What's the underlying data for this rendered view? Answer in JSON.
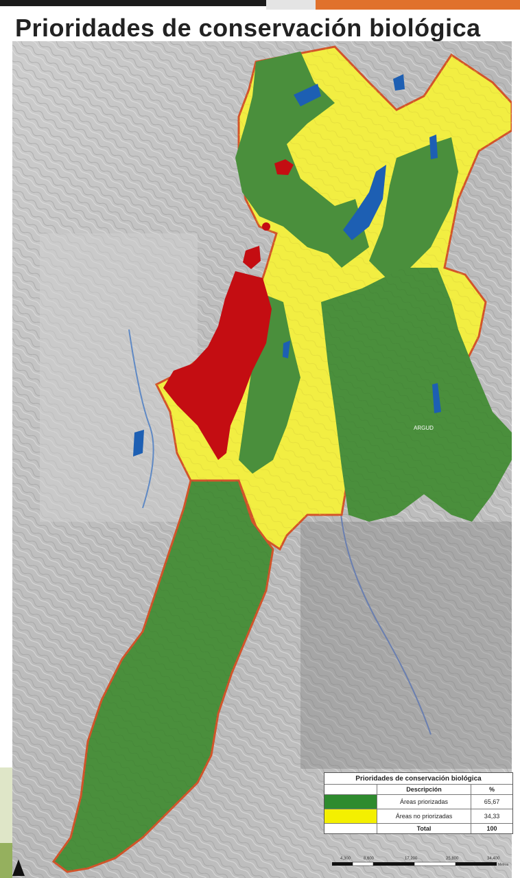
{
  "title": "Prioridades de conservación biológica",
  "colors": {
    "prioritized": "#4a8f3c",
    "not_prioritized": "#f2ee42",
    "urban_or_excluded": "#c40d12",
    "water": "#1d5fb3",
    "boundary": "#d2542a",
    "relief": "#bcbcbc"
  },
  "map_layers": [
    {
      "name": "Áreas priorizadas",
      "color": "#4a8f3c"
    },
    {
      "name": "Áreas no priorizadas",
      "color": "#f2ee42"
    },
    {
      "name": "red-zones",
      "color": "#c40d12"
    },
    {
      "name": "water-bodies",
      "color": "#1d5fb3"
    }
  ],
  "legend": {
    "title": "Prioridades de conservación biológica",
    "col_description": "Descripción",
    "col_percent": "%",
    "rows": [
      {
        "label": "Áreas priorizadas",
        "value": "65,67",
        "color": "#2e8b2e"
      },
      {
        "label": "Áreas no priorizadas",
        "value": "34,33",
        "color": "#f4f000"
      }
    ],
    "total_label": "Total",
    "total_value": "100"
  },
  "scale": {
    "ticks": [
      "4,300",
      "8,600",
      "17,200",
      "25,800",
      "34,400"
    ],
    "unit": "Metros"
  },
  "map_label": "ARGUD"
}
